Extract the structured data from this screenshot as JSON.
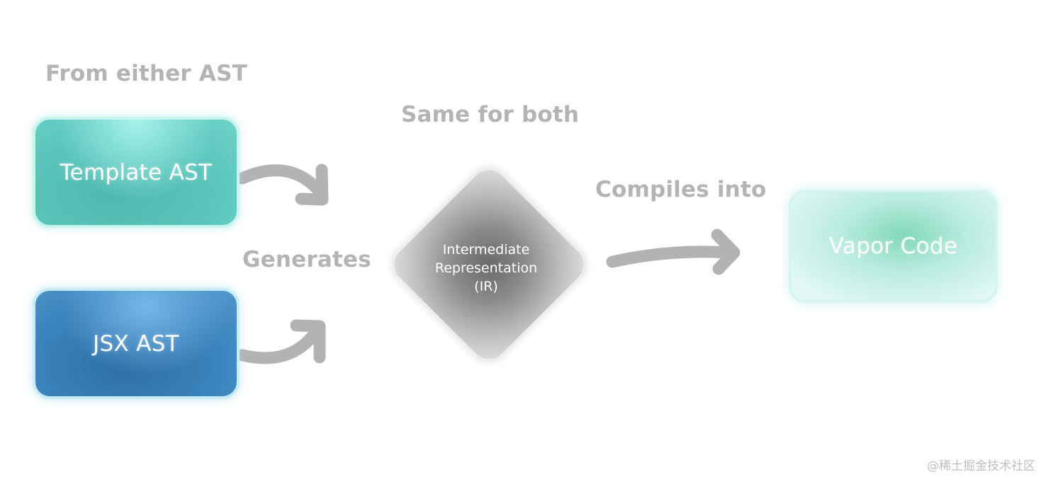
{
  "labels": {
    "from_either": "From either AST",
    "same_for_both": "Same for both",
    "generates": "Generates",
    "compiles_into": "Compiles into"
  },
  "nodes": {
    "template_ast": "Template AST",
    "jsx_ast": "JSX AST",
    "ir": [
      "Intermediate",
      "Representation",
      "(IR)"
    ],
    "vapor_code": "Vapor Code"
  },
  "watermark": "@稀土掘金技术社区",
  "colors": {
    "label_gray": "#b4b4b4",
    "arrow_gray": "#b3b3b3",
    "template_teal": "#5cc6bd",
    "jsx_blue": "#3a83bd",
    "vapor_mint": "#9fe3d0",
    "ir_gray": "#8a8a8a"
  }
}
